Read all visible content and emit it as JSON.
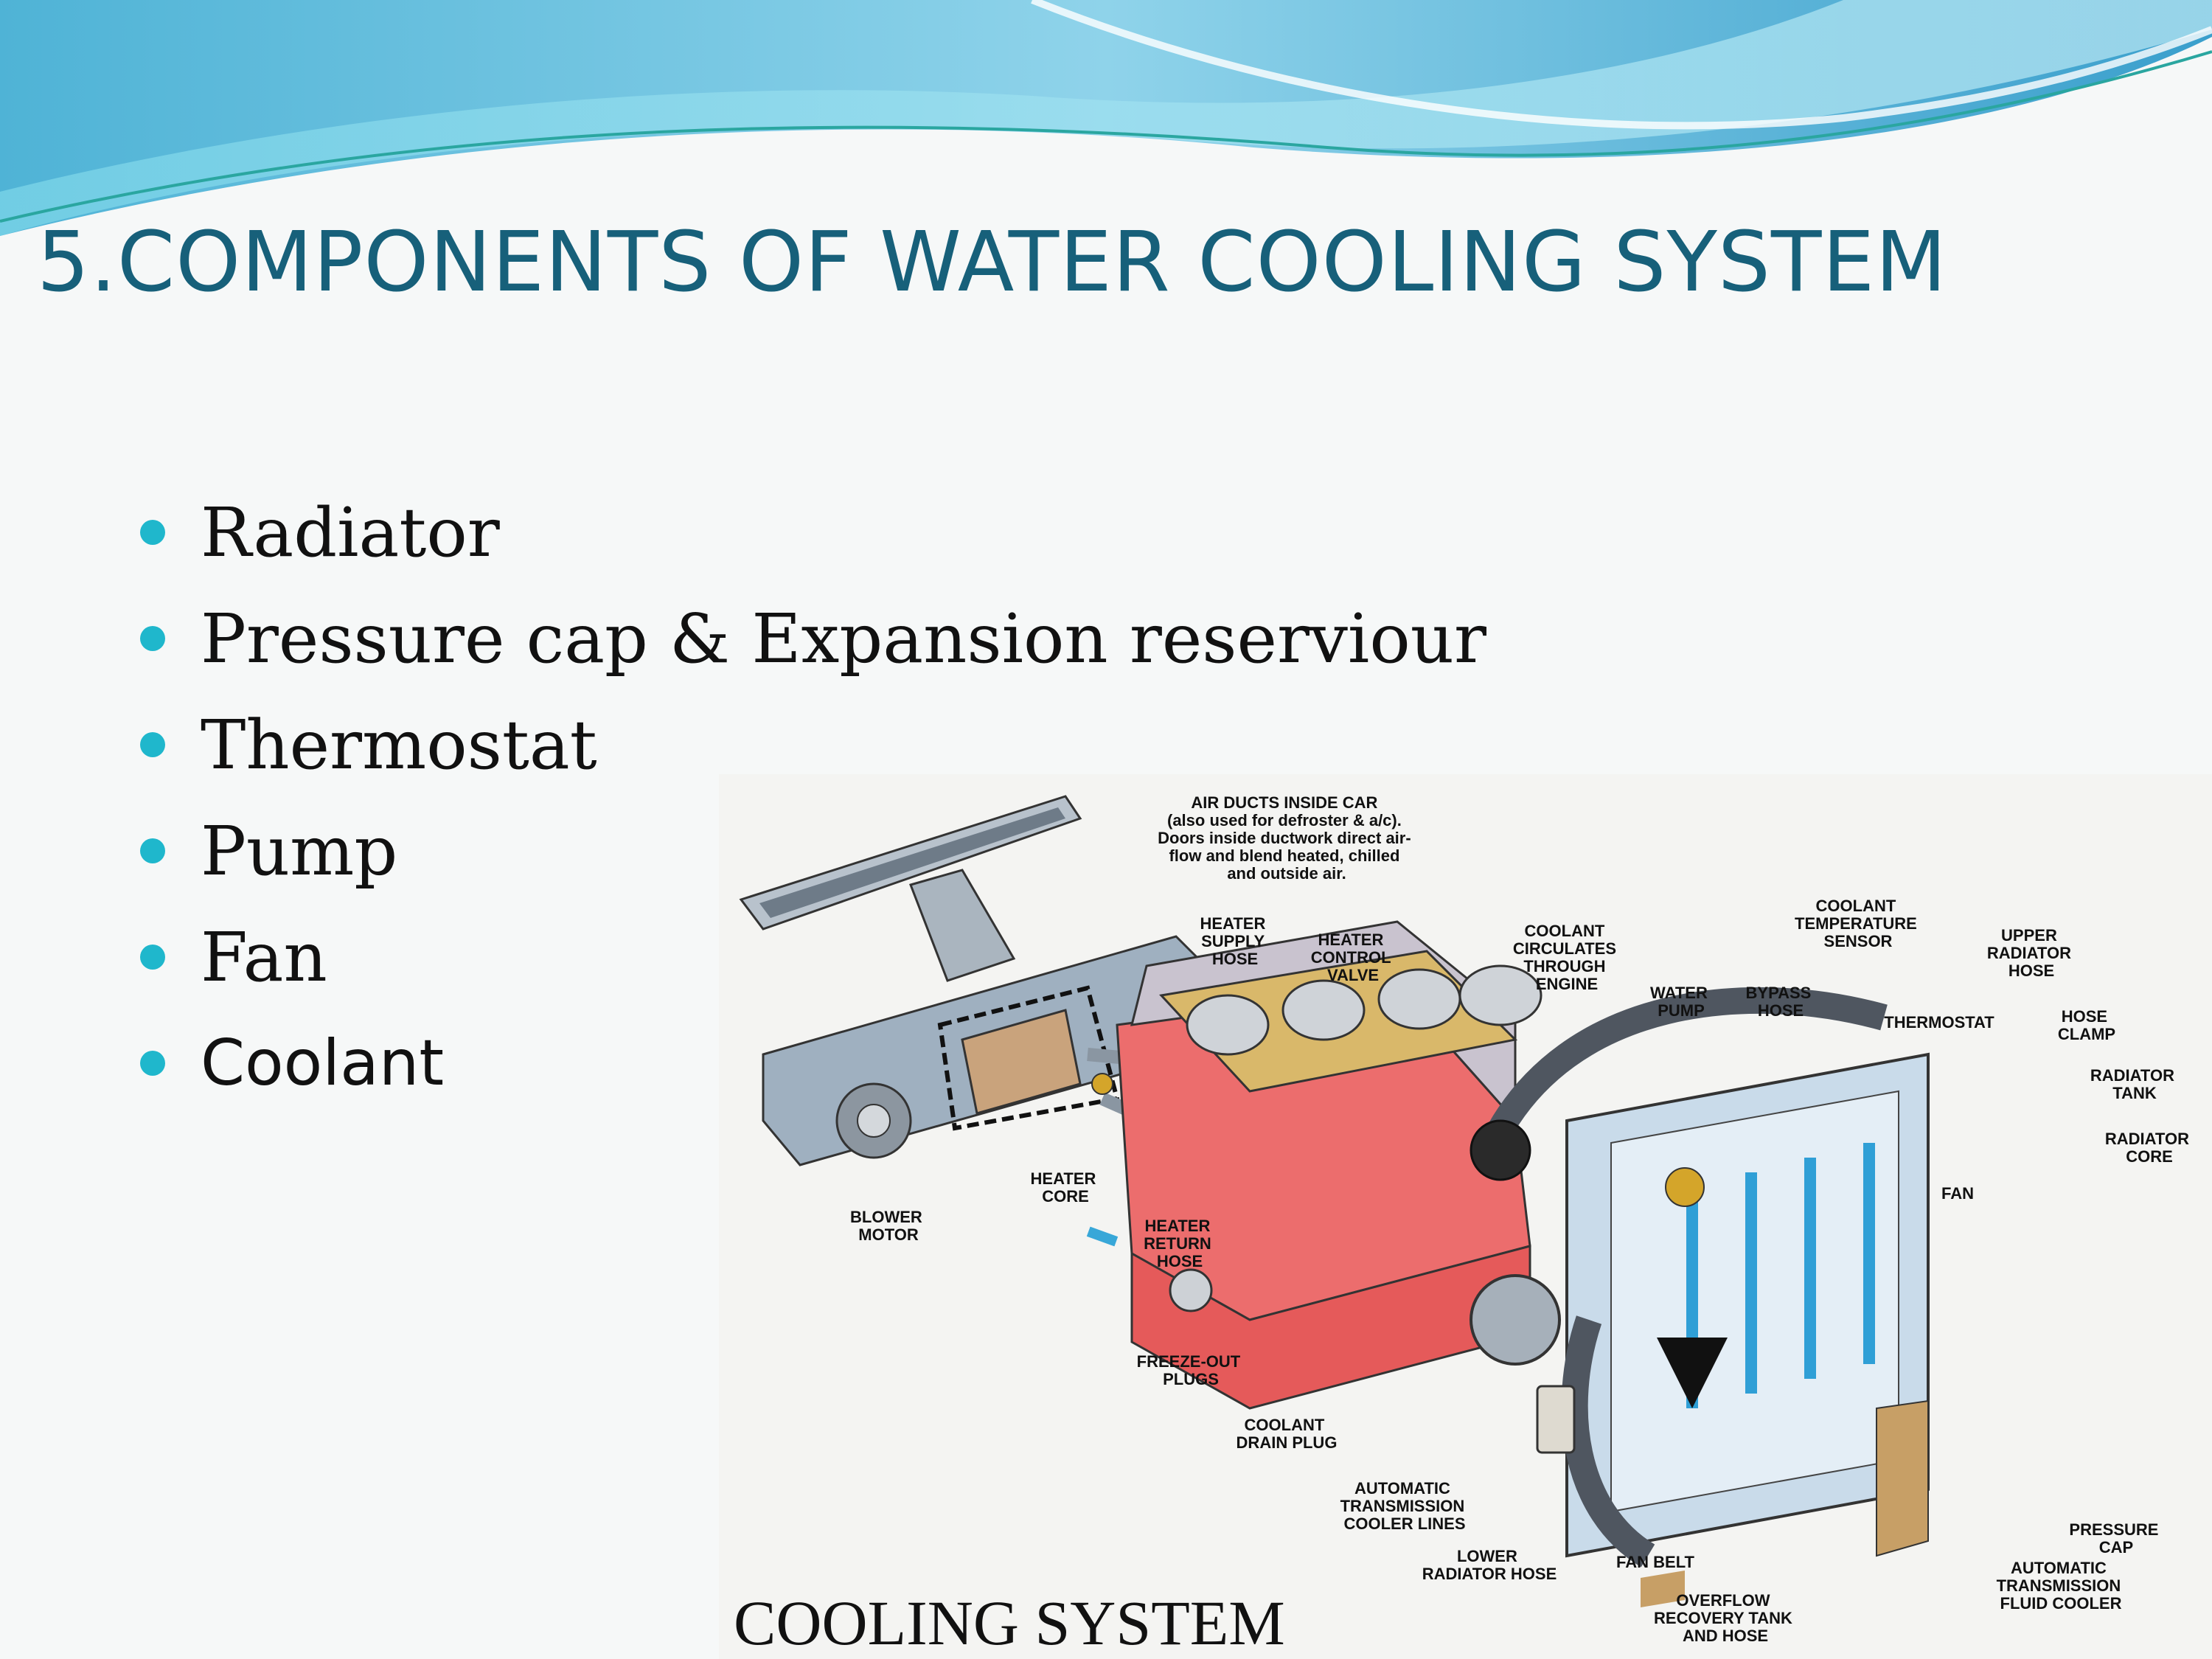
{
  "slide": {
    "title": "5.COMPONENTS OF WATER COOLING SYSTEM",
    "bullets": [
      "Radiator",
      "Pressure cap & Expansion reserviour",
      "Thermostat",
      "Pump",
      "Fan",
      "Coolant"
    ]
  },
  "figure": {
    "caption": "COOLING SYSTEM",
    "labels": {
      "air_ducts": [
        "AIR DUCTS INSIDE CAR",
        "(also used for defroster & a/c).",
        "Doors inside ductwork direct air-",
        "flow and blend heated, chilled",
        "and outside air."
      ],
      "heater_supply_hose": [
        "HEATER",
        "SUPPLY",
        "HOSE"
      ],
      "heater_control_valve": [
        "HEATER",
        "CONTROL",
        "VALVE"
      ],
      "coolant_circulates": [
        "COOLANT",
        "CIRCULATES",
        "THROUGH",
        "ENGINE"
      ],
      "coolant_temp_sensor": [
        "COOLANT",
        "TEMPERATURE",
        "SENSOR"
      ],
      "upper_radiator_hose": [
        "UPPER",
        "RADIATOR",
        "HOSE"
      ],
      "water_pump": [
        "WATER",
        "PUMP"
      ],
      "bypass_hose": [
        "BYPASS",
        "HOSE"
      ],
      "thermostat": [
        "THERMOSTAT"
      ],
      "hose_clamp": [
        "HOSE",
        "CLAMP"
      ],
      "radiator_tank": [
        "RADIATOR",
        "TANK"
      ],
      "radiator_core": [
        "RADIATOR",
        "CORE"
      ],
      "fan": [
        "FAN"
      ],
      "heater_core": [
        "HEATER",
        "CORE"
      ],
      "blower_motor": [
        "BLOWER",
        "MOTOR"
      ],
      "heater_return_hose": [
        "HEATER",
        "RETURN",
        "HOSE"
      ],
      "freeze_out_plugs": [
        "FREEZE-OUT",
        "PLUGS"
      ],
      "coolant_drain_plug": [
        "COOLANT",
        "DRAIN PLUG"
      ],
      "auto_trans_cooler_lines": [
        "AUTOMATIC",
        "TRANSMISSION",
        "COOLER LINES"
      ],
      "lower_radiator_hose": [
        "LOWER",
        "RADIATOR HOSE"
      ],
      "fan_belt": [
        "FAN BELT"
      ],
      "overflow_tank": [
        "OVERFLOW",
        "RECOVERY TANK",
        "AND HOSE"
      ],
      "pressure_cap": [
        "PRESSURE",
        "CAP"
      ],
      "auto_trans_fluid_cooler": [
        "AUTOMATIC",
        "TRANSMISSION",
        "FLUID COOLER"
      ]
    }
  }
}
